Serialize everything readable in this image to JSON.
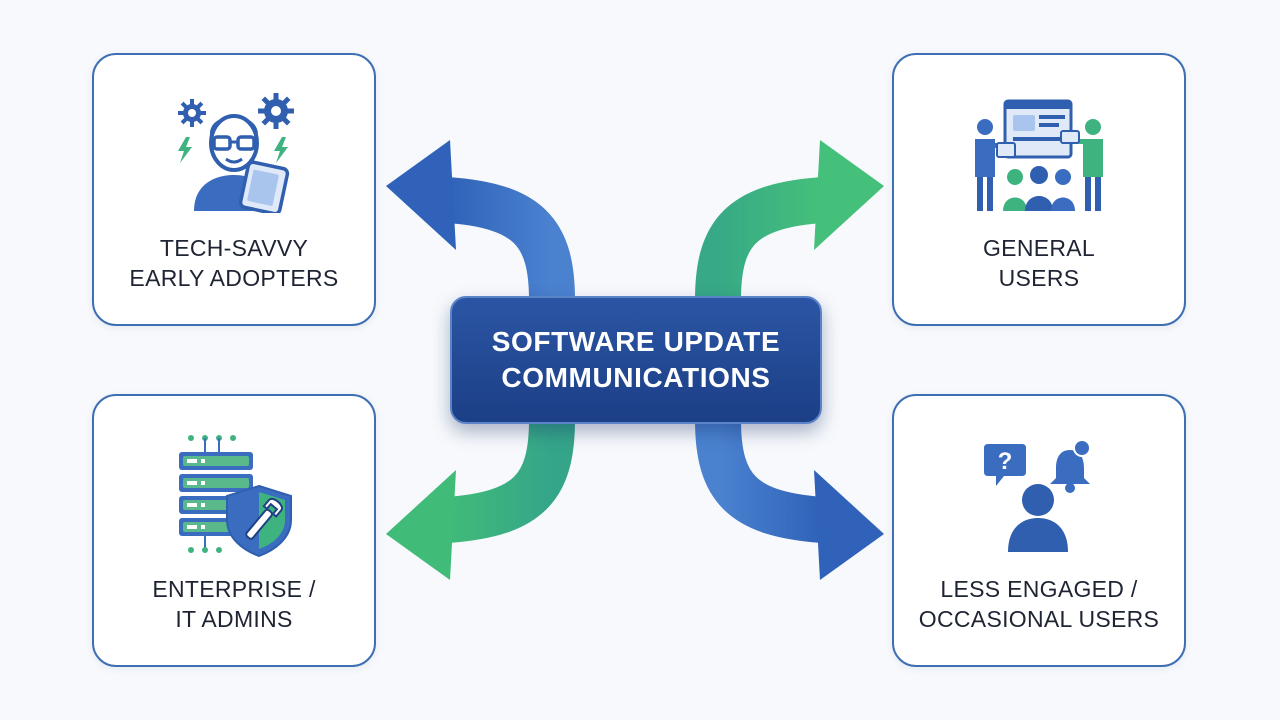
{
  "center": {
    "line1": "SOFTWARE UPDATE",
    "line2": "COMMUNICATIONS"
  },
  "audiences": {
    "top_left": {
      "line1": "TECH-SAVVY",
      "line2": "EARLY ADOPTERS",
      "icon": "tech-savvy-user-icon"
    },
    "top_right": {
      "line1": "GENERAL",
      "line2": "USERS",
      "icon": "presentation-group-icon"
    },
    "bottom_left": {
      "line1": "ENTERPRISE /",
      "line2": "IT ADMINS",
      "icon": "server-shield-icon"
    },
    "bottom_right": {
      "line1": "LESS ENGAGED /",
      "line2": "OCCASIONAL USERS",
      "icon": "user-question-bell-icon"
    }
  },
  "colors": {
    "blue": "#3a6cc0",
    "green": "#3fb37f",
    "navy": "#1f3f86",
    "card_border": "#3f6fb3"
  }
}
